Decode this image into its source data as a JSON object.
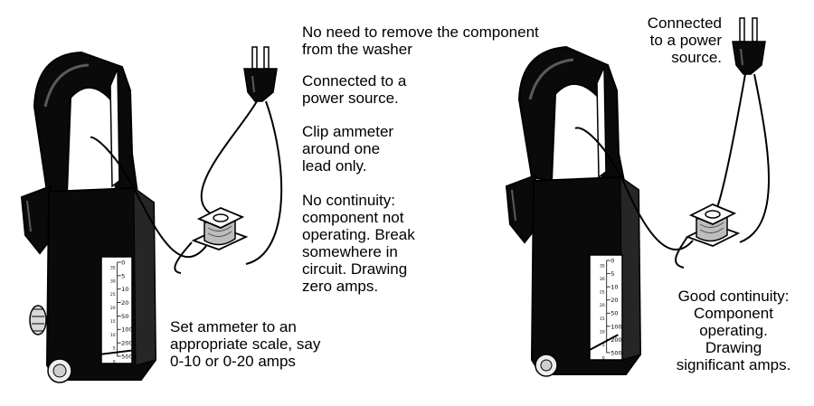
{
  "colors": {
    "ink": "#000000",
    "paper": "#ffffff",
    "meter_body": "#0a0a0a",
    "meter_highlight": "#5a5a5a",
    "dial_face": "#ffffff",
    "coil_shade": "#bdbdbd"
  },
  "left_panel": {
    "captions": {
      "washer": "No need to remove the component\nfrom the washer",
      "power": "Connected to a\npower source.",
      "clip": "Clip ammeter\naround one\nlead only.",
      "no_continuity": "No continuity:\ncomponent not\noperating. Break\nsomewhere in\ncircuit. Drawing\nzero amps.",
      "set_scale": "Set ammeter to an\nappropriate scale, say\n0-10 or 0-20 amps"
    },
    "dial": {
      "left_ticks": [
        "35",
        "30",
        "25",
        "20",
        "15",
        "10",
        "5",
        "0"
      ],
      "right_ticks": [
        "0",
        "5",
        "10",
        "20",
        "50",
        "100",
        "200",
        "500"
      ],
      "needle_level": 0.02
    }
  },
  "right_panel": {
    "captions": {
      "power": "Connected\nto a power\nsource.",
      "good_continuity": "Good continuity:\nComponent\noperating.\nDrawing\nsignificant amps."
    },
    "dial": {
      "left_ticks": [
        "35",
        "30",
        "25",
        "20",
        "15",
        "10",
        "5",
        "0"
      ],
      "right_ticks": [
        "0",
        "5",
        "10",
        "20",
        "50",
        "100",
        "200",
        "500"
      ],
      "needle_level": 0.28
    }
  }
}
